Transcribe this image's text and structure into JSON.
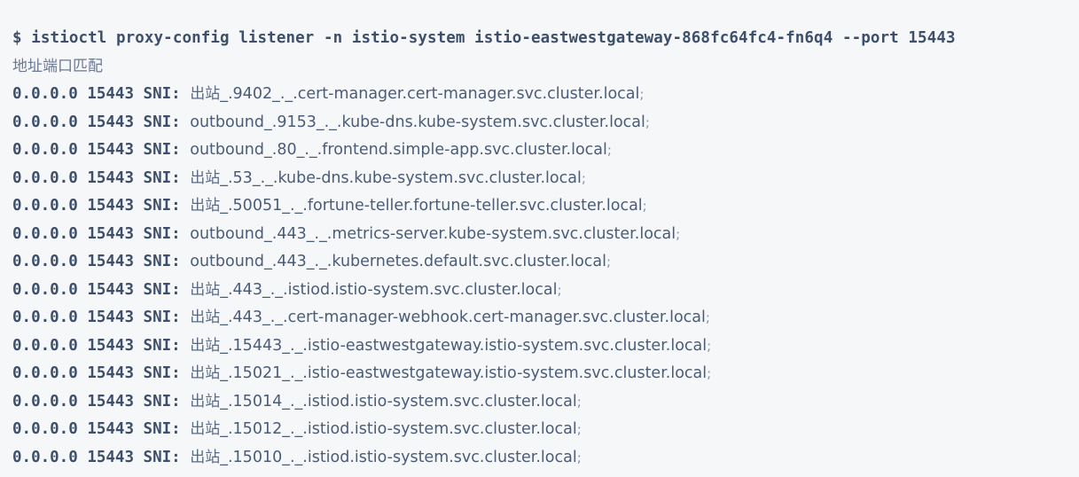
{
  "colors": {
    "background": "#f6f7f9",
    "command_text": "#3d4f6b",
    "body_text": "#4a5c78",
    "header_text": "#6b7a91",
    "semicolon": "#8690a6"
  },
  "command": {
    "prompt": "$ ",
    "text": "istioctl proxy-config listener -n istio-system istio-eastwestgateway-868fc64fc4-fn6q4 --port 15443"
  },
  "table_header": "地址端口匹配",
  "rows": [
    {
      "address": "0.0.0.0",
      "port": "15443",
      "match_label": "SNI: ",
      "direction": "出站",
      "direction_cjk": true,
      "sni": "_.9402_._.cert-manager.cert-manager.svc.cluster.local",
      "terminator": ";"
    },
    {
      "address": "0.0.0.0",
      "port": "15443",
      "match_label": "SNI: ",
      "direction": "outbound",
      "direction_cjk": false,
      "sni": "_.9153_._.kube-dns.kube-system.svc.cluster.local",
      "terminator": ";"
    },
    {
      "address": "0.0.0.0",
      "port": "15443",
      "match_label": "SNI: ",
      "direction": "outbound",
      "direction_cjk": false,
      "sni": "_.80_._.frontend.simple-app.svc.cluster.local",
      "terminator": ";"
    },
    {
      "address": "0.0.0.0",
      "port": "15443",
      "match_label": "SNI: ",
      "direction": "出站",
      "direction_cjk": true,
      "sni": "_.53_._.kube-dns.kube-system.svc.cluster.local",
      "terminator": ";"
    },
    {
      "address": "0.0.0.0",
      "port": "15443",
      "match_label": "SNI: ",
      "direction": "出站",
      "direction_cjk": true,
      "sni": "_.50051_._.fortune-teller.fortune-teller.svc.cluster.local",
      "terminator": ";"
    },
    {
      "address": "0.0.0.0",
      "port": "15443",
      "match_label": "SNI: ",
      "direction": "outbound",
      "direction_cjk": false,
      "sni": "_.443_._.metrics-server.kube-system.svc.cluster.local",
      "terminator": ";"
    },
    {
      "address": "0.0.0.0",
      "port": "15443",
      "match_label": "SNI: ",
      "direction": "outbound",
      "direction_cjk": false,
      "sni": "_.443_._.kubernetes.default.svc.cluster.local",
      "terminator": ";"
    },
    {
      "address": "0.0.0.0",
      "port": "15443",
      "match_label": "SNI: ",
      "direction": "出站",
      "direction_cjk": true,
      "sni": "_.443_._.istiod.istio-system.svc.cluster.local",
      "terminator": ";"
    },
    {
      "address": "0.0.0.0",
      "port": "15443",
      "match_label": "SNI: ",
      "direction": "出站",
      "direction_cjk": true,
      "sni": "_.443_._.cert-manager-webhook.cert-manager.svc.cluster.local",
      "terminator": ";"
    },
    {
      "address": "0.0.0.0",
      "port": "15443",
      "match_label": "SNI: ",
      "direction": "出站",
      "direction_cjk": true,
      "sni": "_.15443_._.istio-eastwestgateway.istio-system.svc.cluster.local",
      "terminator": ";"
    },
    {
      "address": "0.0.0.0",
      "port": "15443",
      "match_label": "SNI: ",
      "direction": "出站",
      "direction_cjk": true,
      "sni": "_.15021_._.istio-eastwestgateway.istio-system.svc.cluster.local",
      "terminator": ";"
    },
    {
      "address": "0.0.0.0",
      "port": "15443",
      "match_label": "SNI: ",
      "direction": "出站",
      "direction_cjk": true,
      "sni": "_.15014_._.istiod.istio-system.svc.cluster.local",
      "terminator": ";"
    },
    {
      "address": "0.0.0.0",
      "port": "15443",
      "match_label": "SNI: ",
      "direction": "出站",
      "direction_cjk": true,
      "sni": "_.15012_._.istiod.istio-system.svc.cluster.local",
      "terminator": ";"
    },
    {
      "address": "0.0.0.0",
      "port": "15443",
      "match_label": "SNI: ",
      "direction": "出站",
      "direction_cjk": true,
      "sni": "_.15010_._.istiod.istio-system.svc.cluster.local",
      "terminator": ";"
    }
  ]
}
